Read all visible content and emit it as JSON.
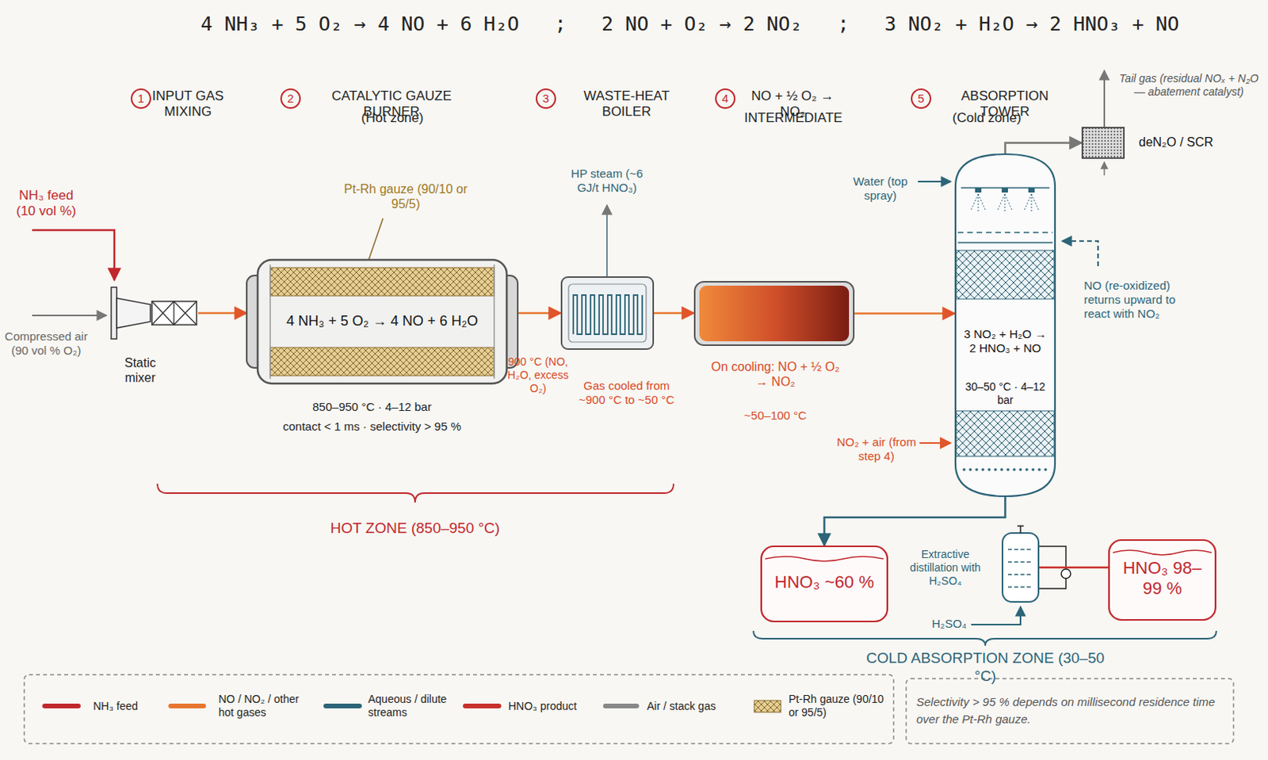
{
  "diagram": {
    "title": "4 NH₃ + 5 O₂ → 4 NO + 6 H₂O   ;   2 NO + O₂ → 2 NO₂   ;   3 NO₂ + H₂O → 2 HNO₃ + NO",
    "caption": "Selectivity > 95 % depends on millisecond residence time over the Pt-Rh gauze.",
    "nodes": [
      {
        "text": [
          "Static mixer"
        ]
      },
      {
        "text": [
          "4 NH₃ + 5 O₂ → 4 NO + 6 H₂O"
        ]
      },
      {
        "text": [
          "Gas cooled from ~900 °C to ~50 °C"
        ]
      },
      {
        "text": [
          "On cooling: NO + ½ O₂ → NO₂"
        ]
      },
      {
        "text": [
          "3 NO₂ + H₂O → 2 HNO₃ + NO",
          "30–50 °C · 4–12 bar"
        ]
      },
      {
        "text": [
          "deN₂O / SCR"
        ]
      },
      {
        "text": [
          "HNO₃ ~60 %"
        ]
      },
      {
        "text": [
          "Extractive distillation with H₂SO₄"
        ]
      },
      {
        "text": [
          "HNO₃ 98–99 %"
        ]
      }
    ],
    "edges": [
      {
        "from": 0,
        "to": 1,
        "arrow": "to"
      },
      {
        "from": 1,
        "to": 2,
        "arrow": "to"
      },
      {
        "from": 2,
        "to": 3,
        "arrow": "to"
      },
      {
        "from": 3,
        "to": 4,
        "arrow": "to"
      },
      {
        "from": 4,
        "to": 5,
        "arrow": "to"
      },
      {
        "from": 4,
        "to": 6,
        "arrow": "to"
      },
      {
        "from": 7,
        "to": 8,
        "arrow": "to"
      }
    ],
    "labels": [
      "1",
      "INPUT GAS MIXING",
      "2",
      "CATALYTIC GAUZE BURNER",
      "(Hot zone)",
      "3",
      "WASTE-HEAT BOILER",
      "4",
      "NO + ½ O₂ → NO₂",
      "INTERMEDIATE",
      "5",
      "ABSORPTION TOWER",
      "(Cold zone)",
      "NH₃ feed (10 vol %)",
      "Compressed air (90 vol % O₂)",
      "Pt-Rh gauze (90/10 or 95/5)",
      "850–950 °C · 4–12 bar",
      "contact < 1 ms · selectivity > 95 %",
      "900 °C (NO, H₂O, excess O₂)",
      "HP steam (~6 GJ/t HNO₃)",
      "~50–100 °C",
      "Water (top spray)",
      "NO (re-oxidized) returns upward to react with NO₂",
      "NO₂ + air (from step 4)",
      "Tail gas (residual NOₓ + N₂O — abatement catalyst)",
      "H₂SO₄",
      "HOT ZONE (850–950 °C)",
      "COLD ABSORPTION ZONE (30–50 °C)"
    ],
    "legend": [
      {
        "text": "NH₃ feed",
        "color": "#c0282d"
      },
      {
        "text": "NO / NO₂ / other hot gases",
        "color": "#e8762f"
      },
      {
        "text": "Aqueous / dilute streams",
        "color": "#2c6478"
      },
      {
        "text": "HNO₃ product",
        "color": "#c8302a"
      },
      {
        "text": "Air / stack gas",
        "color": "#888888"
      },
      {
        "text": "Pt-Rh gauze (90/10 or 95/5)"
      }
    ]
  }
}
